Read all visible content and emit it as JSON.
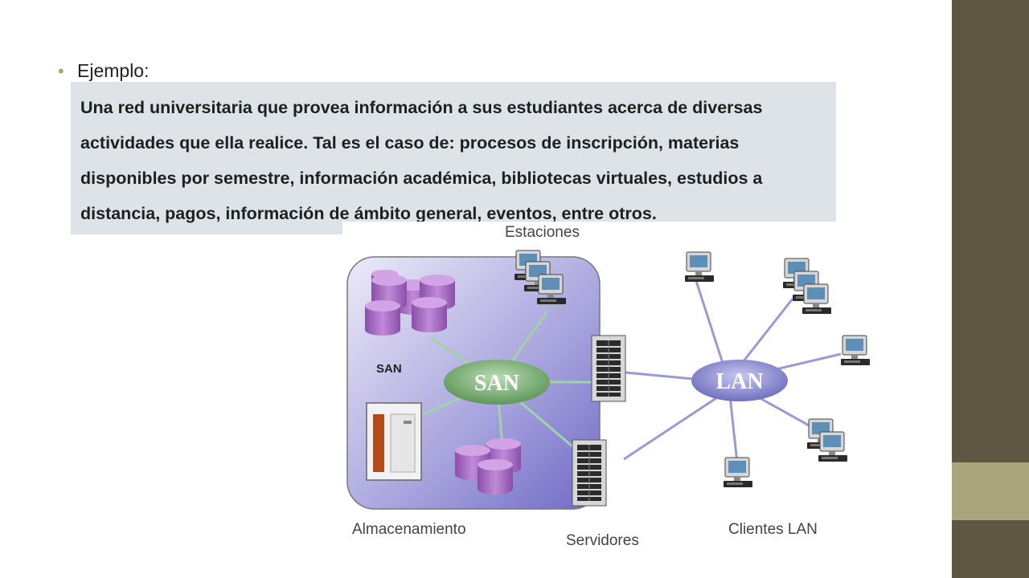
{
  "slide": {
    "bullet_symbol": "•",
    "bullet_text": "Ejemplo:",
    "example_text": "Una red universitaria que provea información a sus estudiantes acerca de diversas actividades que ella realice.  Tal es el caso de: procesos de inscripción, materias disponibles por semestre, información académica, bibliotecas virtuales, estudios a distancia, pagos, información de ámbito general, eventos, entre otros."
  },
  "diagram": {
    "labels": {
      "estaciones": "Estaciones",
      "san_zone": "SAN",
      "san_hub": "SAN",
      "lan_hub": "LAN",
      "almacenamiento": "Almacenamiento",
      "servidores": "Servidores",
      "clientes_lan": "Clientes LAN"
    },
    "colors": {
      "san_zone": "#8a85d0",
      "san_hub": "#6e9f6a",
      "lan_hub": "#7e7fc8",
      "storage_disk": "#a873c2",
      "server": "#cfcfcf",
      "link_green": "#9fd3a8",
      "link_blue": "#9a9ad6"
    },
    "icons": [
      "storage-disk-icon",
      "storage-array-icon",
      "server-rack-icon",
      "workstation-icon"
    ]
  }
}
